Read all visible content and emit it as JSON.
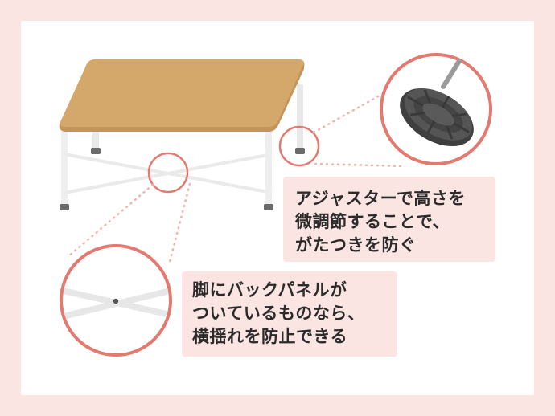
{
  "callouts": {
    "caster": {
      "lines": [
        "アジャスターで高さを",
        "微調節することで、",
        "がたつきを防ぐ"
      ]
    },
    "back_panel": {
      "lines": [
        "脚にバックパネルが",
        "ついているものなら、",
        "横揺れを防止できる"
      ]
    }
  },
  "colors": {
    "background": "#fbe5e3",
    "accent_circle": "#e27a6f",
    "tabletop": "#d4a86b",
    "tabletop_edge": "#c4955a",
    "leg": "#ececec",
    "caster": "#4a4a4a"
  }
}
